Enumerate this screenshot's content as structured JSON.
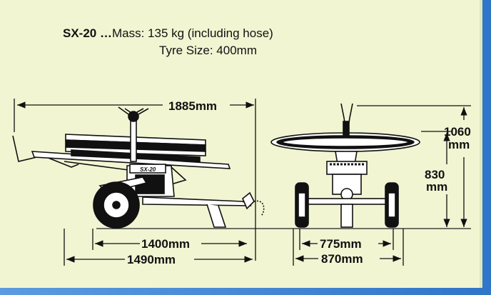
{
  "spec": {
    "model": "SX-20 …",
    "mass": "Mass: 135 kg (including hose)",
    "tyre": "Tyre Size: 400mm"
  },
  "machine_label": "SX-20",
  "dimensions": {
    "total_length": "1885mm",
    "wheelbase": "1400mm",
    "overall_length": "1490mm",
    "track_width": "775mm",
    "overall_width": "870mm",
    "height_total_value": "1060",
    "height_total_unit": "mm",
    "height_reel_value": "830",
    "height_reel_unit": "mm"
  },
  "colors": {
    "panel": "#f1f5d2",
    "frame": "#3a7fd0",
    "ink": "#111111"
  }
}
